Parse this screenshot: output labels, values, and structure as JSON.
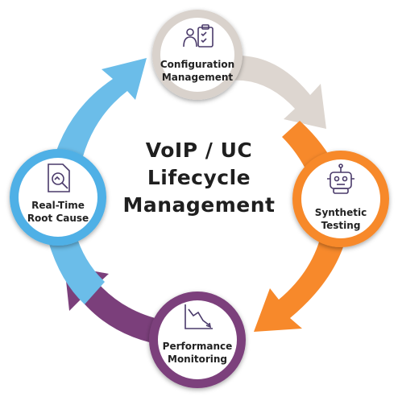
{
  "title": {
    "line1": "VoIP / UC",
    "line2": "Lifecycle",
    "line3": "Management"
  },
  "stages": [
    {
      "line1": "Configuration",
      "line2": "Management",
      "icon": "clipboard-checklist-icon",
      "color": "#d6cfca"
    },
    {
      "line1": "Synthetic",
      "line2": "Testing",
      "icon": "robot-icon",
      "color": "#f7892b"
    },
    {
      "line1": "Performance",
      "line2": "Monitoring",
      "icon": "declining-chart-icon",
      "color": "#7b3f7b"
    },
    {
      "line1": "Real-Time",
      "line2": "Root Cause",
      "icon": "document-search-icon",
      "color": "#4fb0e6"
    }
  ]
}
